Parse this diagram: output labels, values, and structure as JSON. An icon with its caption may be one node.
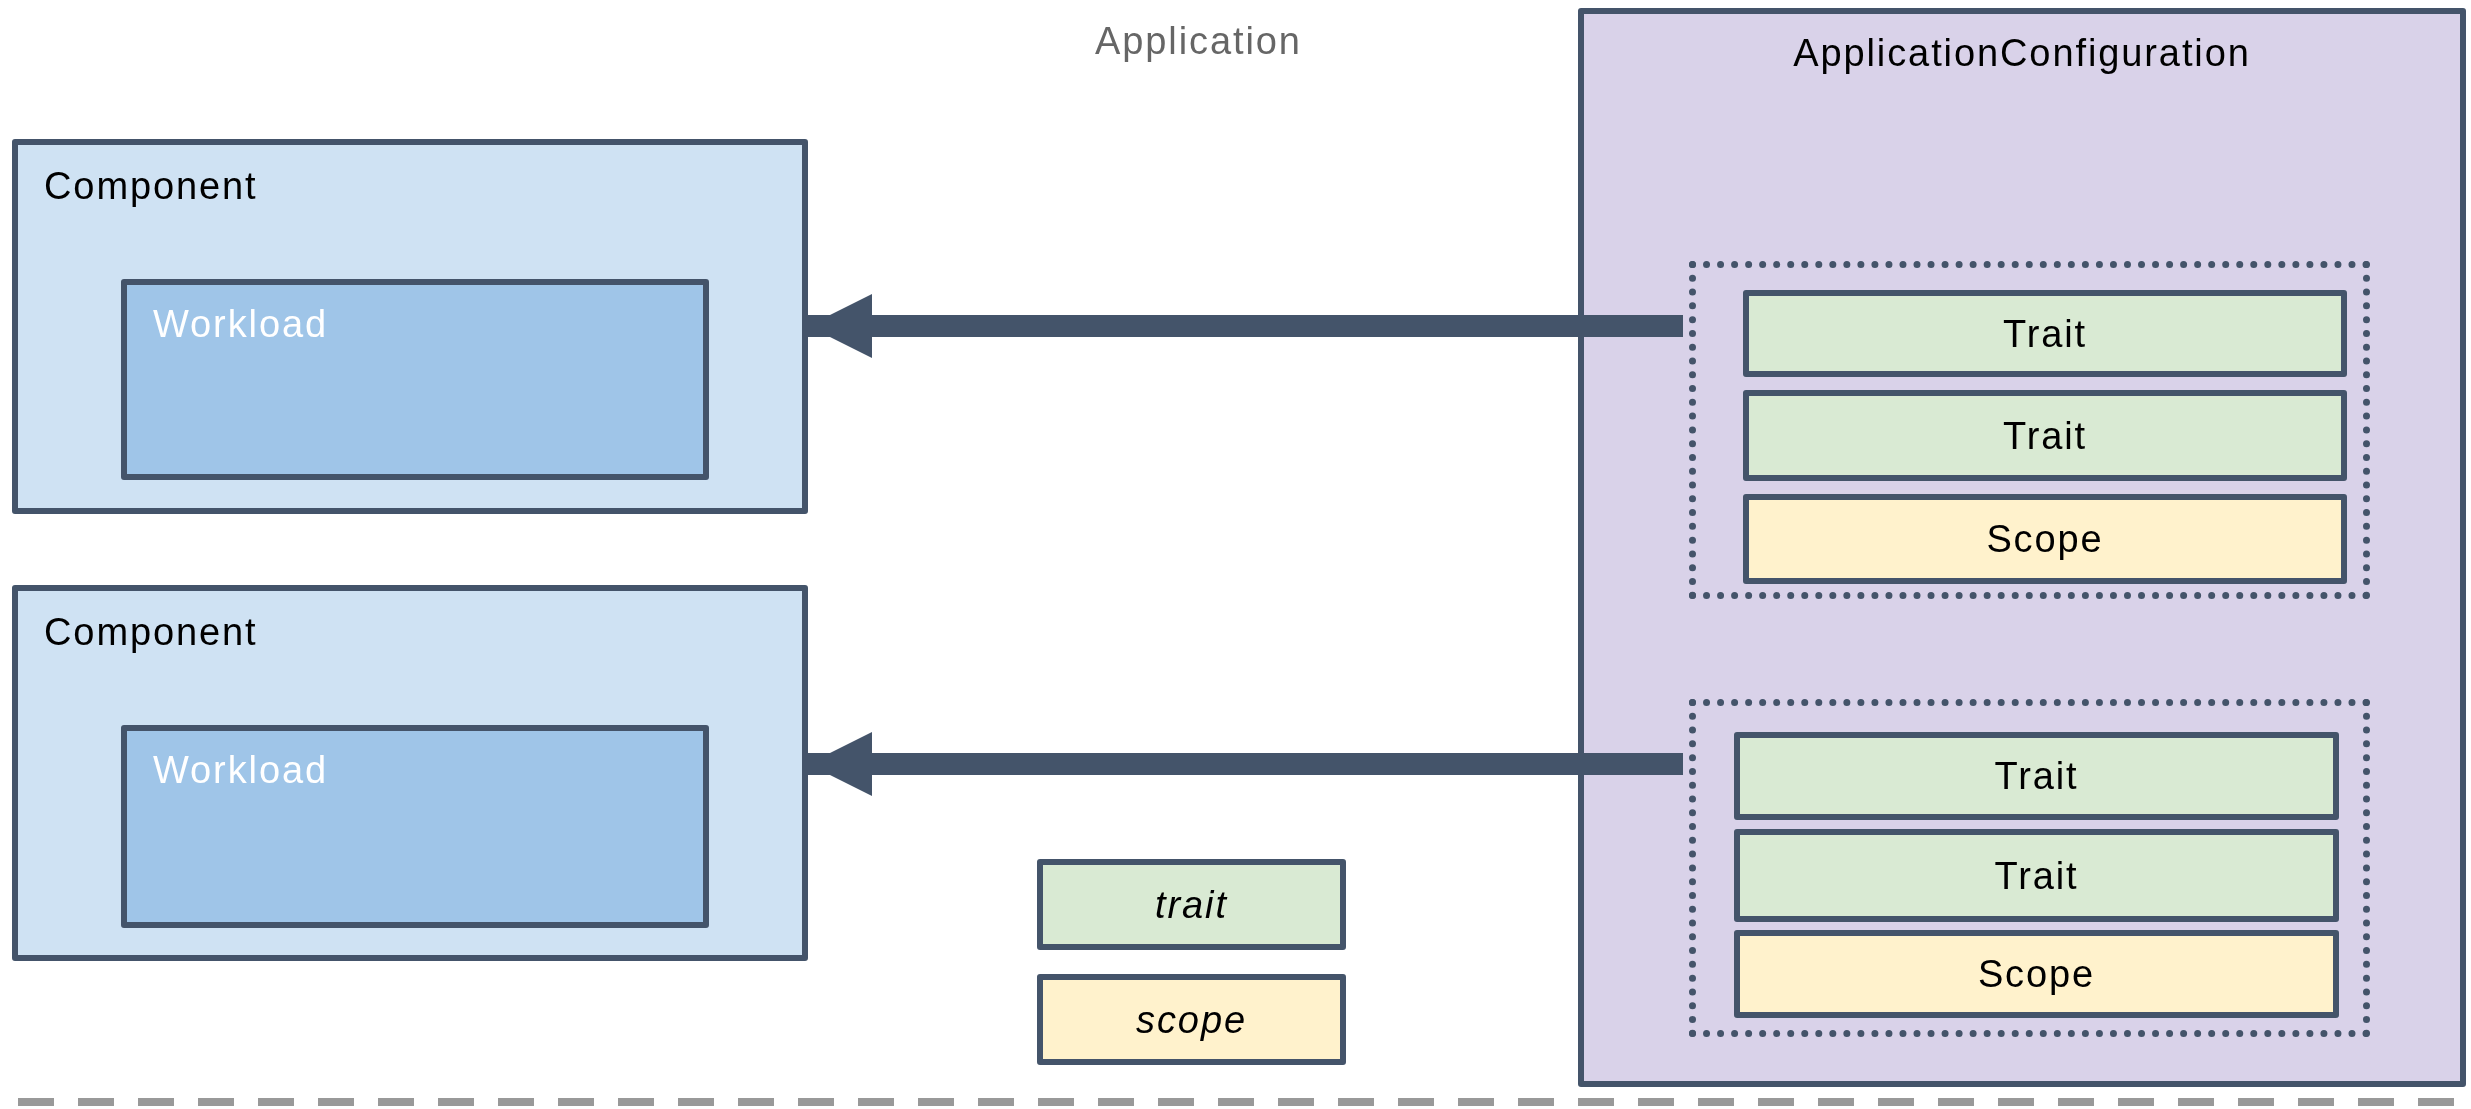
{
  "diagram": {
    "title": "Application",
    "nodes": [
      {
        "text": [
          "Component"
        ]
      },
      {
        "text": [
          "Workload"
        ],
        "in": 0
      },
      {
        "text": [
          "Component"
        ]
      },
      {
        "text": [
          "Workload"
        ],
        "in": 2
      },
      {
        "text": [
          "ApplicationConfiguration"
        ]
      },
      {
        "text": [],
        "shape": "box",
        "in": 4
      },
      {
        "text": [
          "Trait"
        ],
        "in": 5
      },
      {
        "text": [
          "Trait"
        ],
        "in": 5
      },
      {
        "text": [
          "Scope"
        ],
        "in": 5
      },
      {
        "text": [],
        "shape": "box",
        "in": 4
      },
      {
        "text": [
          "Trait"
        ],
        "in": 9
      },
      {
        "text": [
          "Trait"
        ],
        "in": 9
      },
      {
        "text": [
          "Scope"
        ],
        "in": 9
      }
    ],
    "edges": [
      {
        "from": 5,
        "to": 0,
        "arrow": "to"
      },
      {
        "from": 9,
        "to": 2,
        "arrow": "to"
      }
    ],
    "legend": [
      {
        "text": "trait",
        "color": "#d9ead3"
      },
      {
        "text": "scope",
        "color": "#fff2cc"
      }
    ]
  }
}
